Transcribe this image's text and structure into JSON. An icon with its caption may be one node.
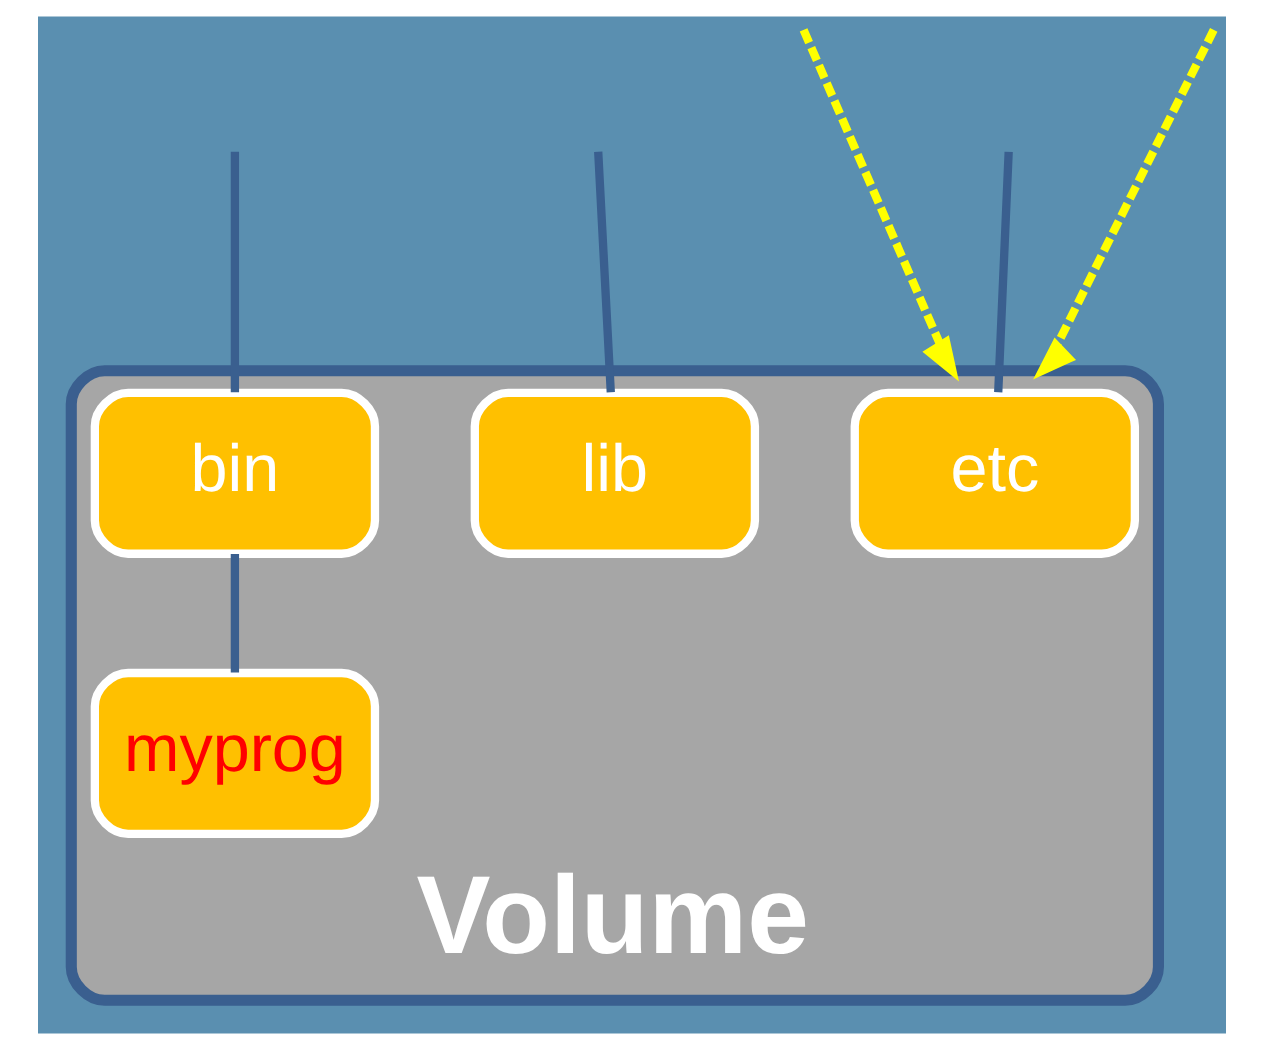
{
  "diagram": {
    "nodes": [
      {
        "text": [
          "Volume"
        ]
      },
      {
        "text": [
          "etc"
        ],
        "in": 0
      },
      {
        "text": [
          "bin"
        ],
        "in": 0
      },
      {
        "text": [
          "lib"
        ],
        "in": 0
      },
      {
        "text": [
          "myprog"
        ],
        "in": 0
      }
    ],
    "edges": [
      {
        "from": null,
        "to": 1,
        "arrow": "none"
      },
      {
        "from": null,
        "to": 2,
        "arrow": "none"
      },
      {
        "from": null,
        "to": 3,
        "arrow": "none"
      },
      {
        "from": 2,
        "to": 4,
        "arrow": "none"
      },
      {
        "from": null,
        "to": 0,
        "arrow": "to",
        "style": "dashed",
        "color": "#ffff00"
      },
      {
        "from": null,
        "to": 0,
        "arrow": "to",
        "style": "dashed",
        "color": "#ffff00"
      }
    ]
  }
}
